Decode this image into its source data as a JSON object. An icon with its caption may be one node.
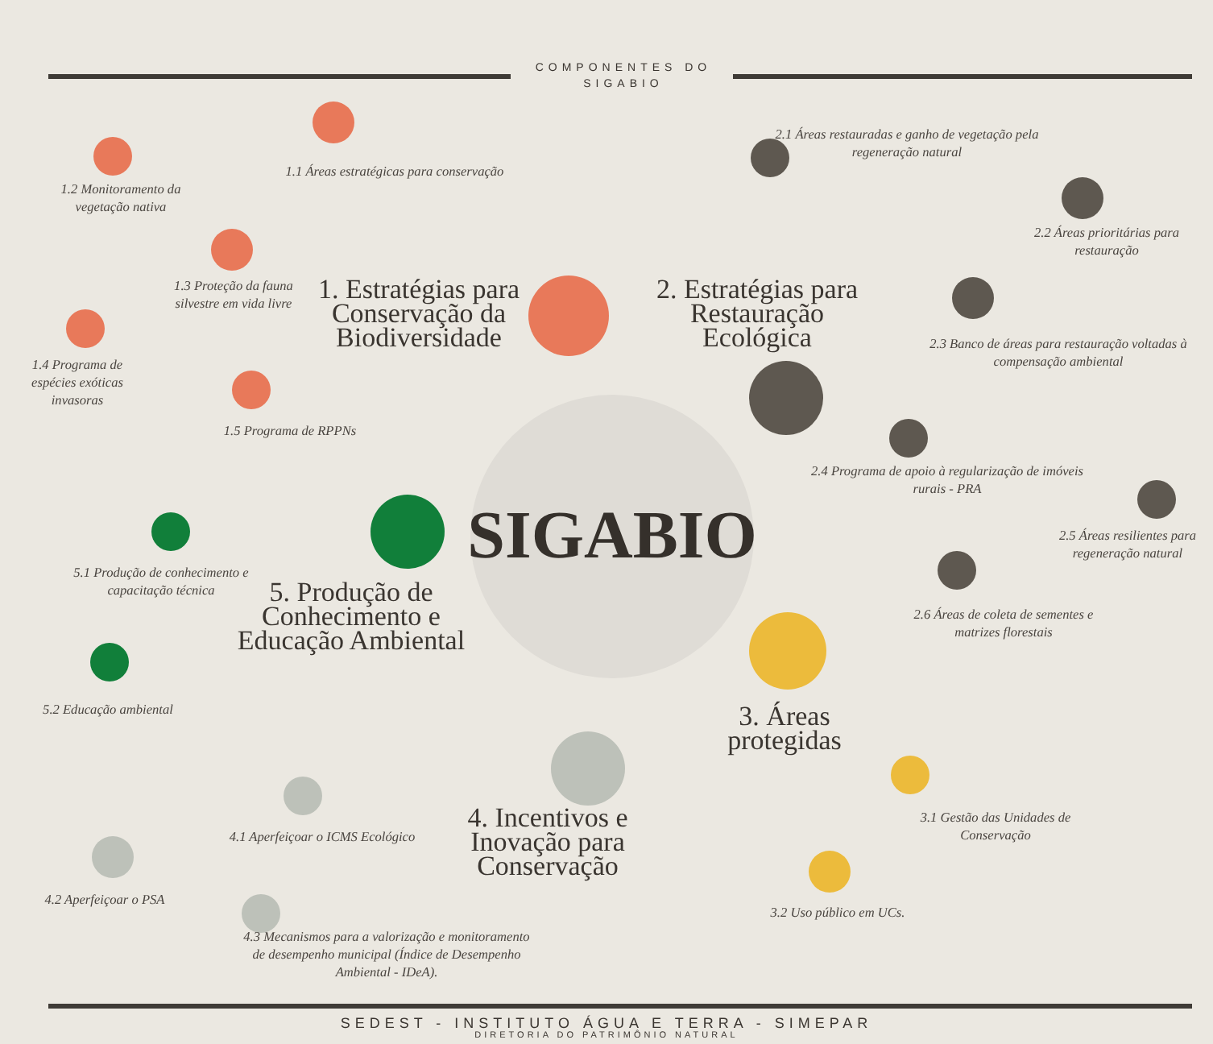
{
  "diagram": {
    "title": "COMPONENTES DO SIGABIO",
    "nodes": [
      {
        "text": [
          "SIGABIO"
        ]
      },
      {
        "text": [],
        "shape": "circle",
        "beside": [
          "1. Estratégias para Conservação da Biodiversidade"
        ]
      },
      {
        "text": [],
        "shape": "circle",
        "beside": [
          "1.1 Áreas estratégicas para conservação"
        ]
      },
      {
        "text": [],
        "shape": "circle",
        "beside": [
          "1.2 Monitoramento da vegetação nativa"
        ]
      },
      {
        "text": [],
        "shape": "circle",
        "beside": [
          "1.3 Proteção da fauna silvestre em vida livre"
        ]
      },
      {
        "text": [],
        "shape": "circle",
        "beside": [
          "1.4 Programa de espécies exóticas invasoras"
        ]
      },
      {
        "text": [],
        "shape": "circle",
        "beside": [
          "1.5 Programa de RPPNs"
        ]
      },
      {
        "text": [],
        "shape": "circle",
        "beside": [
          "2. Estratégias para Restauração Ecológica"
        ]
      },
      {
        "text": [],
        "shape": "circle",
        "beside": [
          "2.1 Áreas restauradas e ganho de vegetação pela regeneração natural"
        ]
      },
      {
        "text": [],
        "shape": "circle",
        "beside": [
          "2.2 Áreas prioritárias para restauração"
        ]
      },
      {
        "text": [],
        "shape": "circle",
        "beside": [
          "2.3 Banco de áreas para restauração voltadas à compensação ambiental"
        ]
      },
      {
        "text": [],
        "shape": "circle",
        "beside": [
          "2.4 Programa de apoio à regularização de imóveis rurais - PRA"
        ]
      },
      {
        "text": [],
        "shape": "circle",
        "beside": [
          "2.5 Áreas resilientes para regeneração natural"
        ]
      },
      {
        "text": [],
        "shape": "circle",
        "beside": [
          "2.6 Áreas de coleta de sementes e matrizes florestais"
        ]
      },
      {
        "text": [],
        "shape": "circle",
        "beside": [
          "3. Áreas protegidas"
        ]
      },
      {
        "text": [],
        "shape": "circle",
        "beside": [
          "3.1 Gestão das Unidades de Conservação"
        ]
      },
      {
        "text": [],
        "shape": "circle",
        "beside": [
          "3.2 Uso público em UCs."
        ]
      },
      {
        "text": [],
        "shape": "circle",
        "beside": [
          "4. Incentivos e Inovação para Conservação"
        ]
      },
      {
        "text": [],
        "shape": "circle",
        "beside": [
          "4.1 Aperfeiçoar o ICMS Ecológico"
        ]
      },
      {
        "text": [],
        "shape": "circle",
        "beside": [
          "4.2 Aperfeiçoar o PSA"
        ]
      },
      {
        "text": [],
        "shape": "circle",
        "beside": [
          "4.3 Mecanismos para a valorização e monitoramento de desempenho municipal (Índice de Desempenho Ambiental - IDeA)."
        ]
      },
      {
        "text": [],
        "shape": "circle",
        "beside": [
          "5. Produção de Conhecimento e Educação Ambiental"
        ]
      },
      {
        "text": [],
        "shape": "circle",
        "beside": [
          "5.1 Produção de conhecimento e capacitação técnica"
        ]
      },
      {
        "text": [],
        "shape": "circle",
        "beside": [
          "5.2 Educação ambiental"
        ]
      }
    ],
    "labels": [
      "SEDEST - INSTITUTO ÁGUA E TERRA - SIMEPAR",
      "DIRETORIA DO PATRIMÔNIO NATURAL"
    ]
  }
}
